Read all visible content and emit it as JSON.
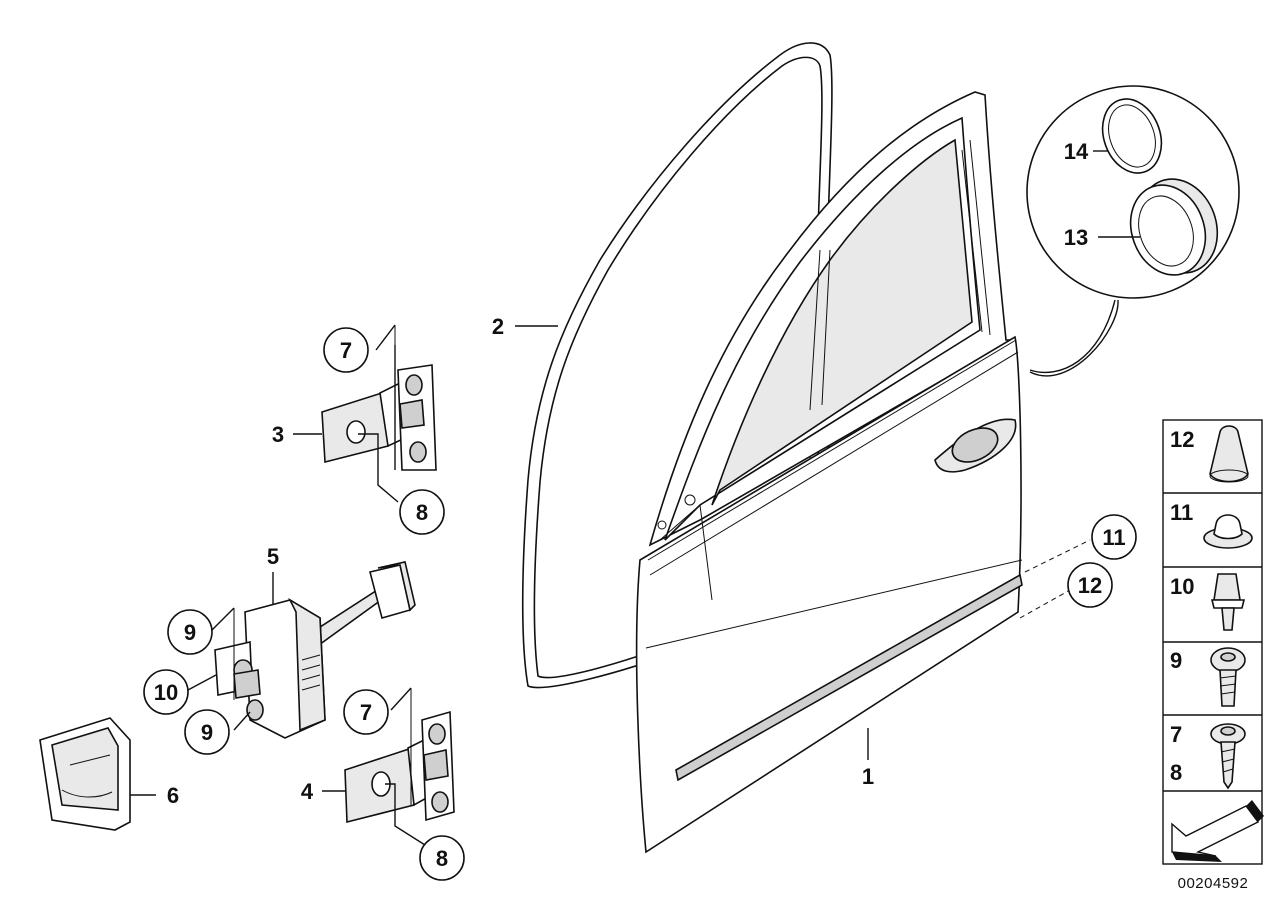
{
  "callouts": {
    "c1": "1",
    "c2": "2",
    "c3": "3",
    "c4": "4",
    "c5": "5",
    "c6": "6",
    "c7a": "7",
    "c7b": "7",
    "c8a": "8",
    "c8b": "8",
    "c9a": "9",
    "c9b": "9",
    "c10": "10",
    "c11": "11",
    "c12": "12",
    "c13": "13",
    "c14": "14"
  },
  "legend": {
    "items": [
      {
        "label": "12"
      },
      {
        "label": "11"
      },
      {
        "label": "10"
      },
      {
        "label": "9"
      },
      {
        "label": "7",
        "label2": "8"
      }
    ]
  },
  "diagram_id": "00204592"
}
